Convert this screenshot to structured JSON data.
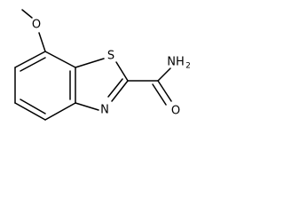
{
  "molecule": {
    "atoms": {
      "methoxy_oxygen": "O",
      "ring_sulfur": "S",
      "ring_nitrogen": "N",
      "amide_nitrogen": "NH",
      "amide_nitrogen_subscript": "2",
      "carbonyl_oxygen": "O"
    }
  }
}
